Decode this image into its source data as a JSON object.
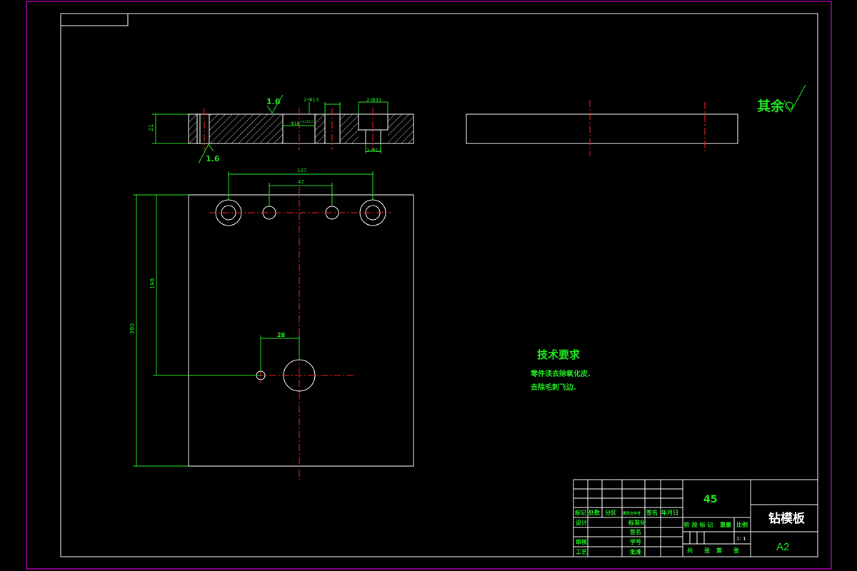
{
  "drawing": {
    "colors": {
      "background": "#000000",
      "outline": "#ff00ff",
      "geometry": "#ffffff",
      "dimension": "#22e822",
      "centerline": "#ff2020",
      "hatch": "#ffffff"
    },
    "roughness": {
      "top_symbol": "1.6",
      "bottom_symbol": "1.6",
      "general_note": "其余"
    },
    "section_labels": {
      "thickness": "21",
      "hole_a": "2-Φ13",
      "hole_b": "2-Φ31",
      "hole_b_lower": "2-Φ12",
      "center_hole": "Φ18",
      "center_hole_tol": "+0.021 0"
    },
    "plan_dims": {
      "outer_span": "107",
      "inner_span": "47",
      "total_height": "280",
      "partial_height": "198",
      "small_offset": "28"
    },
    "tech_requirements": {
      "heading": "技术要求",
      "line1": "零件须去除氧化皮.",
      "line2": "去除毛刺飞边."
    },
    "title_block": {
      "material": "45",
      "part_name": "钻模板",
      "sheet_size": "A2",
      "scale_value": "1: 1",
      "row_labels": {
        "mark": "标记",
        "count": "处数",
        "zone": "分区",
        "change_doc": "更改文件号",
        "signature": "签名",
        "date": "年月日",
        "design": "设计",
        "standardize": "标准化",
        "review": "审核",
        "craft": "工艺",
        "approve": "批准",
        "sign2": "签名",
        "date2": "学号"
      },
      "stage_labels": {
        "stage": "阶 段 标 记",
        "weight": "重量",
        "scale": "比例",
        "total": "共",
        "sheet": "张",
        "th": "第",
        "sheet2": "张"
      }
    }
  }
}
